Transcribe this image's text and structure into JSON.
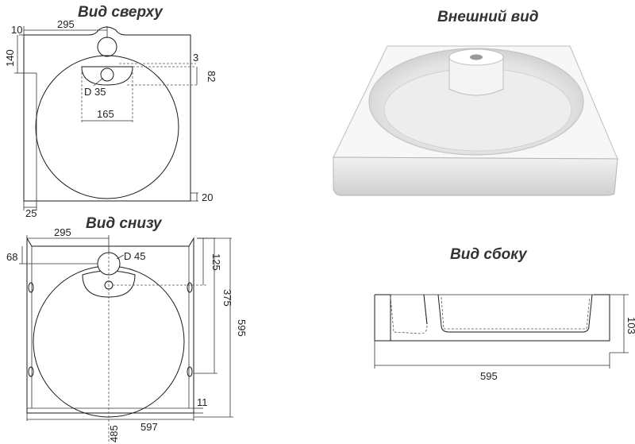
{
  "titles": {
    "top_view": "Вид сверху",
    "exterior_view": "Внешний вид",
    "bottom_view": "Вид снизу",
    "side_view": "Вид сбоку"
  },
  "top_view": {
    "dim_295": "295",
    "dim_10": "10",
    "dim_140": "140",
    "dim_3": "3",
    "dim_82": "82",
    "dim_d35": "D 35",
    "dim_165": "165",
    "dim_20": "20",
    "dim_25": "25"
  },
  "bottom_view": {
    "dim_295": "295",
    "dim_68": "68",
    "dim_d45": "D 45",
    "dim_125": "125",
    "dim_375": "375",
    "dim_595": "595",
    "dim_11": "11",
    "dim_597": "597",
    "dim_485": "485"
  },
  "side_view": {
    "dim_103": "103",
    "dim_595": "595"
  },
  "colors": {
    "line": "#1a1a1a",
    "title": "#333333",
    "shade": "#d7d7d7"
  }
}
